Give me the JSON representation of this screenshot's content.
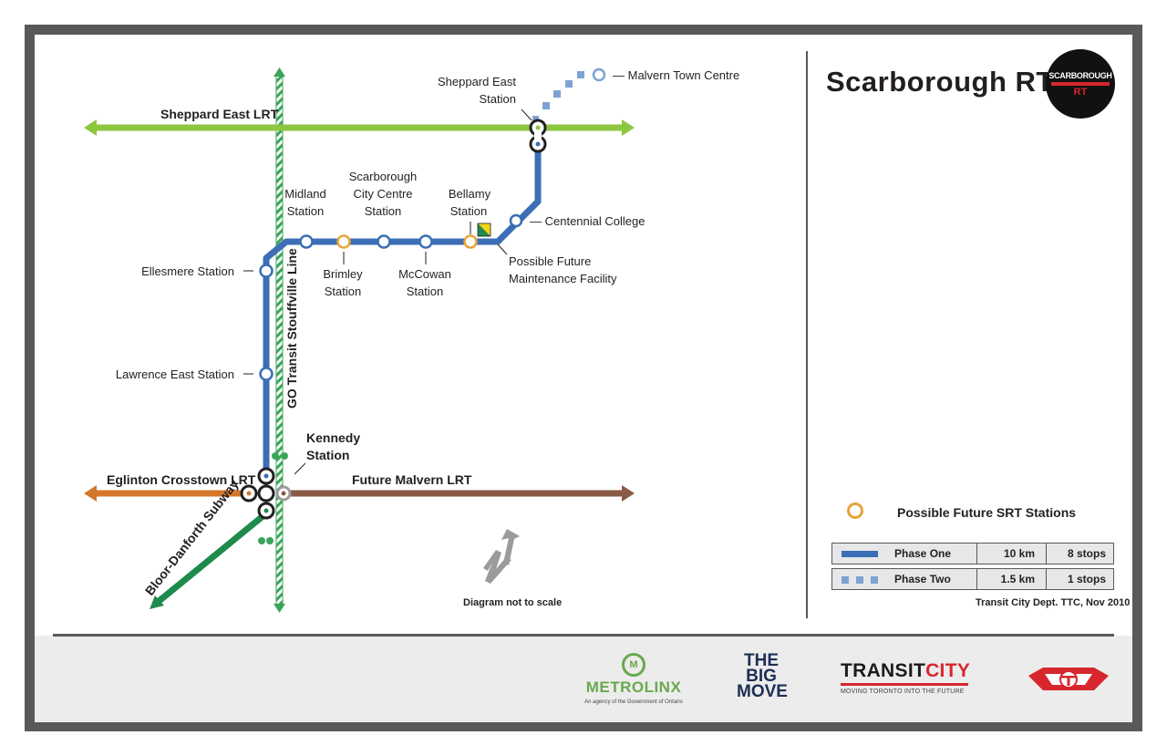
{
  "title": "Scarborough RT",
  "logo": {
    "line1": "SCARBOROUGH",
    "line2": "RT"
  },
  "lines": {
    "sheppard_lrt": "Sheppard East LRT",
    "eglinton_lrt": "Eglinton Crosstown LRT",
    "malvern_lrt": "Future Malvern LRT",
    "bloor_subway": "Bloor-Danforth Subway",
    "go_line": "GO Transit Stouffville Line"
  },
  "stations": {
    "malvern_town_centre": "— Malvern Town Centre",
    "sheppard_east": [
      "Sheppard East",
      "Station"
    ],
    "centennial": "— Centennial College",
    "bellamy": [
      "Bellamy",
      "Station"
    ],
    "scarborough_cc": [
      "Scarborough",
      "City Centre",
      "Station"
    ],
    "midland": [
      "Midland",
      "Station"
    ],
    "mccowan": [
      "McCowan",
      "Station"
    ],
    "brimley": [
      "Brimley",
      "Station"
    ],
    "maintenance": [
      "Possible Future",
      "Maintenance Facility"
    ],
    "ellesmere": "Ellesmere Station",
    "lawrence_east": "Lawrence East Station",
    "kennedy": [
      "Kennedy",
      "Station"
    ]
  },
  "legend": {
    "possible_stations": "Possible Future SRT Stations",
    "phases": [
      {
        "name": "Phase One",
        "distance": "10 km",
        "stops": "8 stops",
        "style": "solid"
      },
      {
        "name": "Phase Two",
        "distance": "1.5 km",
        "stops": "1 stops",
        "style": "dashed"
      }
    ]
  },
  "scale_note": "Diagram not to scale",
  "credit": "Transit City Dept. TTC, Nov 2010",
  "footer": {
    "metrolinx_name": "METROLINX",
    "metrolinx_sub": "An agency of the Government of Ontario",
    "bigmove": [
      "THE",
      "BIG",
      "MOVE"
    ],
    "transitcity_a": "TRANSIT",
    "transitcity_b": "CITY",
    "transitcity_sub": "MOVING TORONTO INTO THE FUTURE"
  },
  "colors": {
    "srt_blue": "#3b6eb4",
    "phase_two": "#7ea2d2",
    "sheppard_green": "#8dc63f",
    "eglinton_orange": "#d4772c",
    "malvern_brown": "#8a5a44",
    "subway_green": "#1e8a4c",
    "go_green": "#3aa55a",
    "future_station": "#e8a33a"
  }
}
